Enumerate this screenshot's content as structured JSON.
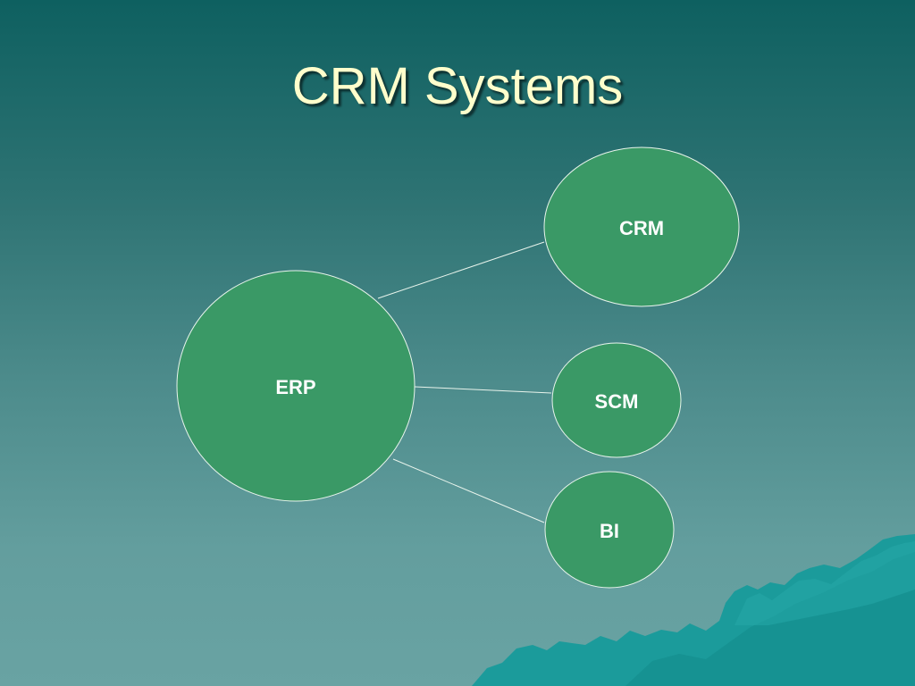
{
  "slide": {
    "title": "CRM Systems"
  },
  "diagram": {
    "nodes": [
      {
        "id": "erp",
        "label": "ERP"
      },
      {
        "id": "crm",
        "label": "CRM"
      },
      {
        "id": "scm",
        "label": "SCM"
      },
      {
        "id": "bi",
        "label": "BI"
      }
    ],
    "edges": [
      {
        "from": "erp",
        "to": "crm"
      },
      {
        "from": "erp",
        "to": "scm"
      },
      {
        "from": "erp",
        "to": "bi"
      }
    ],
    "colors": {
      "node_fill": "#3a9966",
      "node_stroke": "#e8f4ec",
      "edge_stroke": "#e8f4ec",
      "title_color": "#ffffcc",
      "mountain_fill": "#1b9b9b"
    }
  }
}
